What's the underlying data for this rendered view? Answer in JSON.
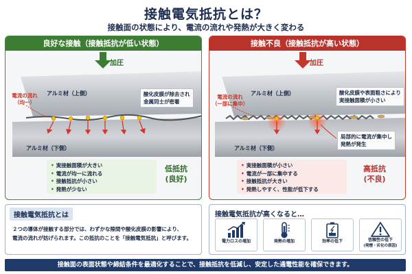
{
  "header": {
    "title": "接触電気抵抗とは？",
    "subtitle": "接触面の状態により、電流の流れや発熱が大きく変わる"
  },
  "good_panel": {
    "heading": "良好な接触（接触抵抗が低い状態）",
    "press_label": "加圧",
    "upper_label": "アルミ材（上側）",
    "lower_label": "アルミ材（下側）",
    "flow_label_1": "電流の流れ",
    "flow_label_2": "（均一）",
    "callout_1": "酸化皮膜が除去され",
    "callout_2": "金属同士が密着",
    "bullets": [
      "実接触面積が大きい",
      "電流が均一に流れる",
      "接触抵抗が小さい",
      "発熱が少ない"
    ],
    "verdict_1": "低抵抗",
    "verdict_2": "(良好)"
  },
  "bad_panel": {
    "heading": "接触不良（接触抵抗が高い状態）",
    "press_label": "加圧",
    "upper_label": "アルミ材（上側）",
    "lower_label": "アルミ材（下側）",
    "flow_label_1": "電流の流れ",
    "flow_label_2": "（一部に集中）",
    "callout_1": "酸化皮膜や表面粗さにより",
    "callout_2": "実接触面積が小さい",
    "callout_3": "局部的に電流が集中し",
    "callout_4": "発熱が発生",
    "bullets": [
      "実接触面積が小さい",
      "電流が一部に集中する",
      "接触抵抗が大きい",
      "発熱しやすく、性能が低下する"
    ],
    "verdict_1": "高抵抗",
    "verdict_2": "(不良)"
  },
  "definition": {
    "title": "接触電気抵抗とは",
    "line_1": "２つの導体が接触する部分では、わずかな隙間や酸化皮膜の影響により、",
    "line_2": "電流の流れが妨げられます。この抵抗のことを「接触電気抵抗」と呼びます。"
  },
  "effects": {
    "title": "接触電気抵抗が高くなると…",
    "items": [
      {
        "label": "電力ロスの増加",
        "icon": "bar-chart-icon"
      },
      {
        "label": "発熱の増加",
        "icon": "thermometer-icon"
      },
      {
        "label": "効率の低下",
        "icon": "battery-icon"
      },
      {
        "label": "信頼性の低下",
        "sub": "(発煙・劣化の原因)",
        "icon": "warning-icon"
      }
    ]
  },
  "footer": {
    "text": "接触面の表面状態や締結条件を最適化することで、接触抵抗を低減し、安定した通電性能を確保できます。"
  },
  "colors": {
    "good": "#3d7d33",
    "bad": "#b8332b",
    "navy": "#1f3a68"
  }
}
